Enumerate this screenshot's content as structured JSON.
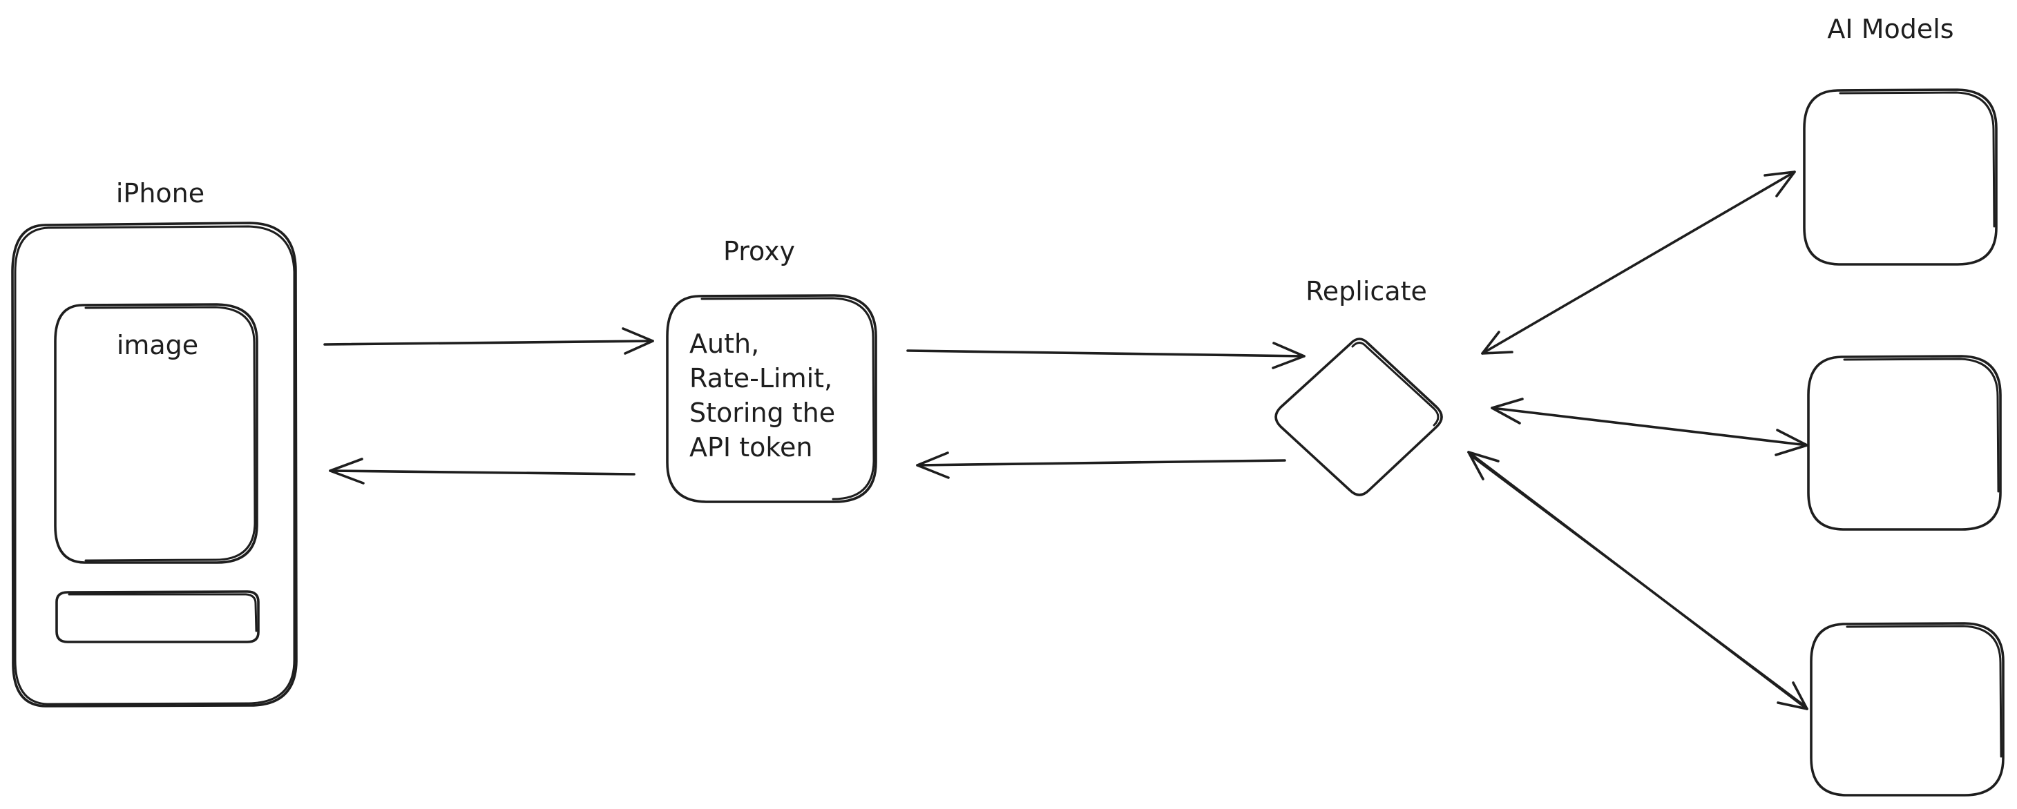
{
  "labels": {
    "iphone": "iPhone",
    "image": "image",
    "proxy": "Proxy",
    "proxy_lines": [
      "Auth,",
      "Rate-Limit,",
      "Storing the",
      "API token"
    ],
    "replicate": "Replicate",
    "ai_models": "AI Models"
  },
  "colors": {
    "stroke": "#1e1e1e",
    "background": "#ffffff"
  }
}
